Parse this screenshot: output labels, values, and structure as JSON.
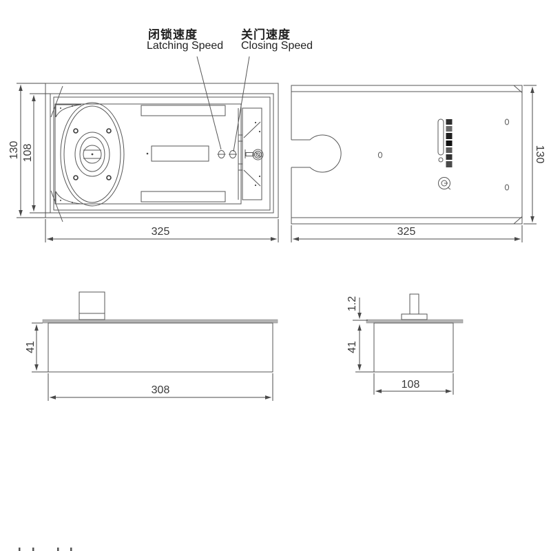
{
  "callouts": {
    "latching": {
      "zh": "闭锁速度",
      "en": "Latching Speed"
    },
    "closing": {
      "zh": "关门速度",
      "en": "Closing Speed"
    }
  },
  "dimensions": {
    "plan": {
      "outer_height": "130",
      "inner_height": "108",
      "width": "325"
    },
    "cover": {
      "height": "130",
      "width": "325"
    },
    "front": {
      "height": "41",
      "width": "308"
    },
    "end": {
      "plate_thickness": "1.2",
      "height": "41",
      "width": "108"
    }
  },
  "colors": {
    "line": "#565656",
    "dimension_line": "#4a4a4a",
    "text": "#2a2a2a",
    "cover_plate_gray": "#b3b3b3",
    "background": "#ffffff"
  }
}
